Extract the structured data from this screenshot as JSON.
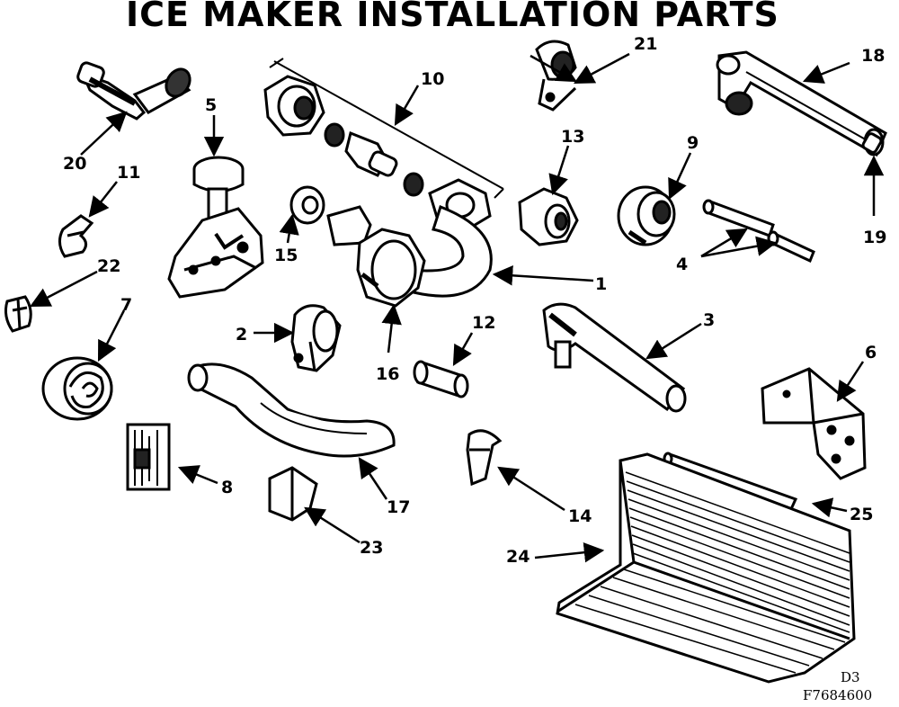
{
  "title": "ICE MAKER INSTALLATION PARTS",
  "corner_codes": {
    "section": "D3",
    "figure_number": "F7684600"
  },
  "callouts": [
    "1",
    "2",
    "3",
    "4",
    "5",
    "6",
    "7",
    "8",
    "9",
    "10",
    "11",
    "12",
    "13",
    "14",
    "15",
    "16",
    "17",
    "18",
    "19",
    "20",
    "21",
    "22",
    "23",
    "24",
    "25"
  ],
  "ink": "#000000",
  "paper": "#ffffff"
}
